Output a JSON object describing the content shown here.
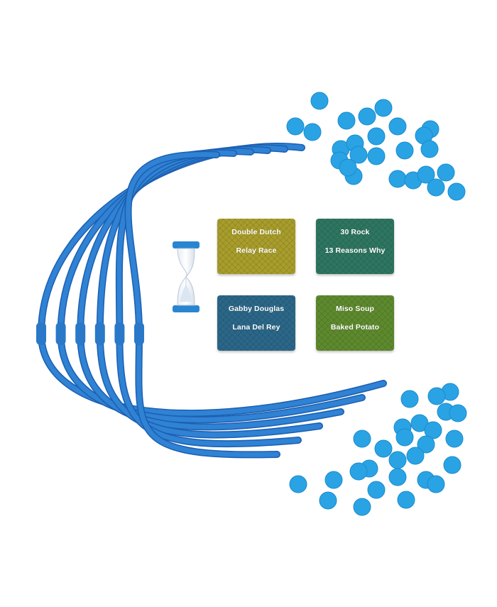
{
  "image": {
    "description_colors": {
      "band_blue": "#2f7fd0",
      "band_dark": "#1f5fb0",
      "chip_blue": "#2aa6e6",
      "card_yellow": "#a8a02a",
      "card_teal": "#2f7a62",
      "card_blue": "#2c6a8a",
      "card_green": "#5f8a2c"
    }
  },
  "cards": [
    {
      "line1": "Double Dutch",
      "line2": "Relay Race",
      "color": "#a89d2b"
    },
    {
      "line1": "30 Rock",
      "line2": "13 Reasons Why",
      "color": "#2e7661"
    },
    {
      "line1": "Gabby Douglas",
      "line2": "Lana Del Rey",
      "color": "#2b6788"
    },
    {
      "line1": "Miso Soup",
      "line2": "Baked Potato",
      "color": "#5e8a2e"
    }
  ],
  "items": {
    "headbands": 6,
    "sand_timer": 1,
    "chips_visible": "many"
  }
}
